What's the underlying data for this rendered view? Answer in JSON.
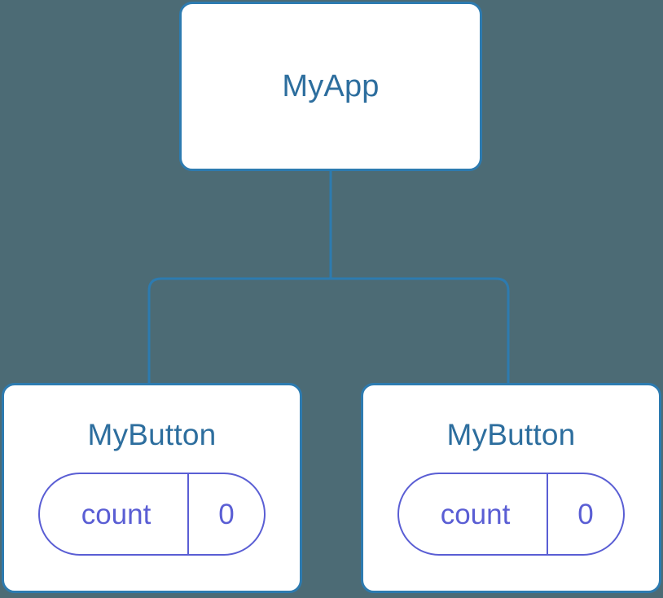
{
  "diagram": {
    "title": "component-tree",
    "background_color": "#4c6b75",
    "node_fill": "#ffffff",
    "node_border_color": "#2d7bb0",
    "node_label_color": "#2d6e9e",
    "edge_color": "#2d7bb0",
    "state_accent_color": "#5a5ed4"
  },
  "root": {
    "label": "MyApp"
  },
  "children": [
    {
      "label": "MyButton",
      "state": {
        "key": "count",
        "value": "0"
      }
    },
    {
      "label": "MyButton",
      "state": {
        "key": "count",
        "value": "0"
      }
    }
  ]
}
